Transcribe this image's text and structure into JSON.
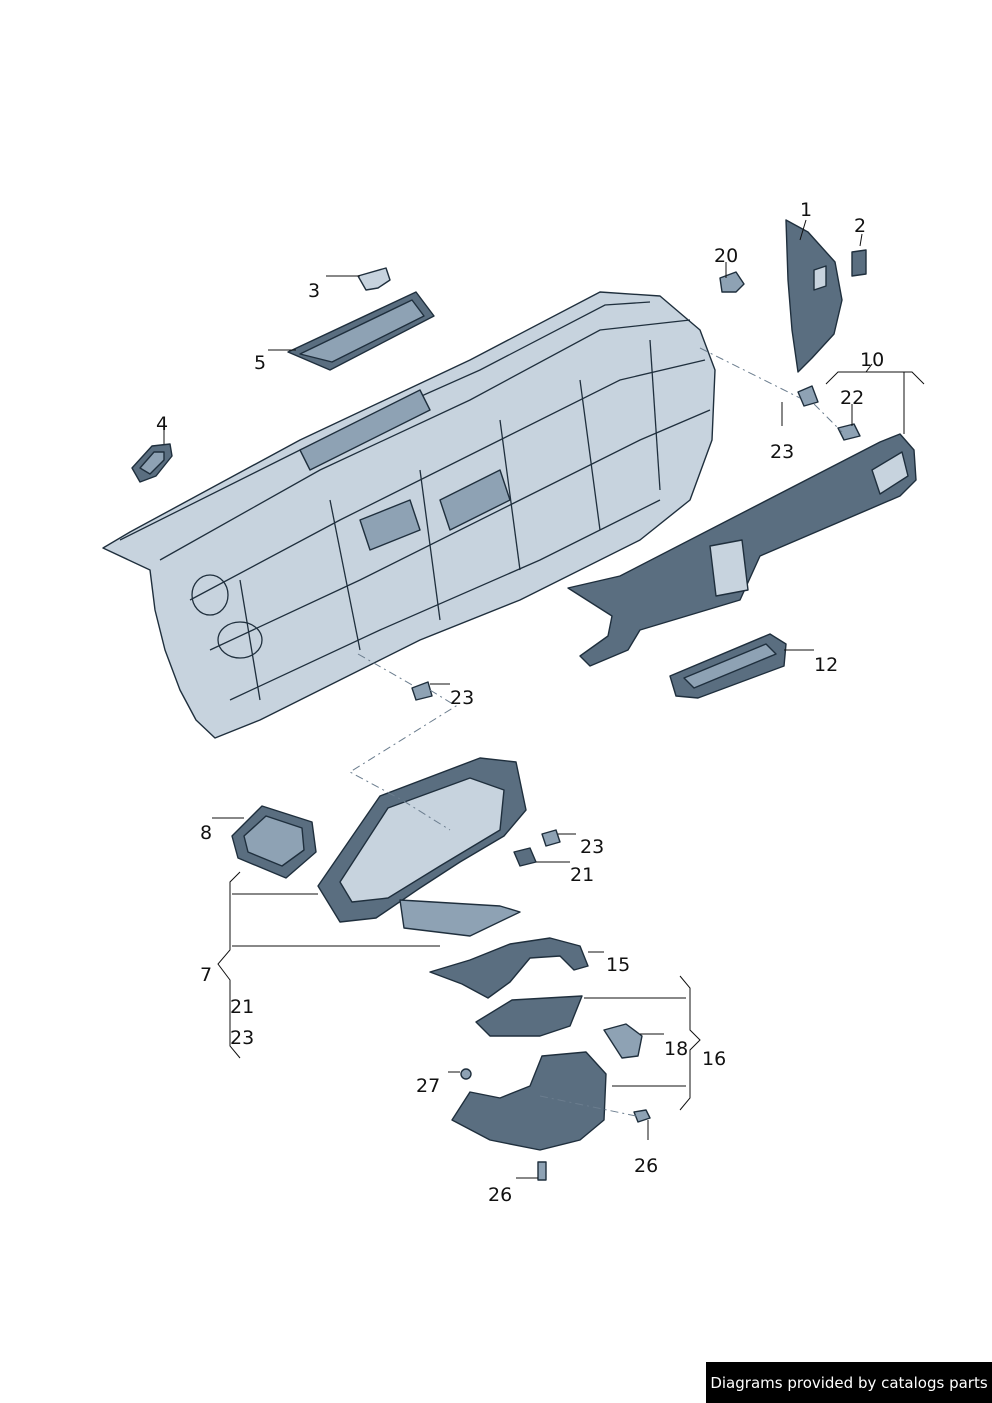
{
  "labels": {
    "l1": "1",
    "l2": "2",
    "l3": "3",
    "l4": "4",
    "l5": "5",
    "l7": "7",
    "l7_21": "21",
    "l7_23": "23",
    "l8": "8",
    "l10": "10",
    "l12": "12",
    "l15": "15",
    "l16": "16",
    "l18": "18",
    "l20": "20",
    "l21a": "21",
    "l22": "22",
    "l23a": "23",
    "l23b": "23",
    "l23c": "23",
    "l26a": "26",
    "l26b": "26",
    "l27": "27"
  },
  "credit": "Diagrams provided by catalogs parts",
  "colors": {
    "part": "#c7d3de",
    "outline": "#1f2f3d",
    "dark": "#5a6e80",
    "background": "#ffffff"
  }
}
